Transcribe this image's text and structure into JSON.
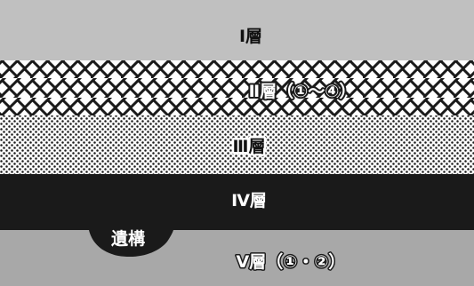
{
  "layers": [
    {
      "id": "layer-1",
      "label": "Ⅰ層",
      "pattern": "solid",
      "fill": "#c0c0c0",
      "text_color": "#111111"
    },
    {
      "id": "layer-2",
      "label": "Ⅱ層（①～④）",
      "pattern": "crosshatch-brick",
      "fill": "#ffffff",
      "ink": "#1a1a1a",
      "text_color": "#ffffff"
    },
    {
      "id": "layer-3",
      "label": "Ⅲ層",
      "pattern": "dots",
      "fill": "#ffffff",
      "ink": "#1a1a1a",
      "text_color": "#111111"
    },
    {
      "id": "layer-4",
      "label": "Ⅳ層",
      "pattern": "solid",
      "fill": "#1a1a1a",
      "text_color": "#ffffff"
    },
    {
      "id": "layer-5",
      "label": "Ⅴ層（①・②）",
      "pattern": "solid",
      "fill": "#a8a8a8",
      "text_color": "#ffffff"
    }
  ],
  "feature": {
    "label": "遺構",
    "fill": "#1a1a1a",
    "text_color": "#ffffff"
  }
}
